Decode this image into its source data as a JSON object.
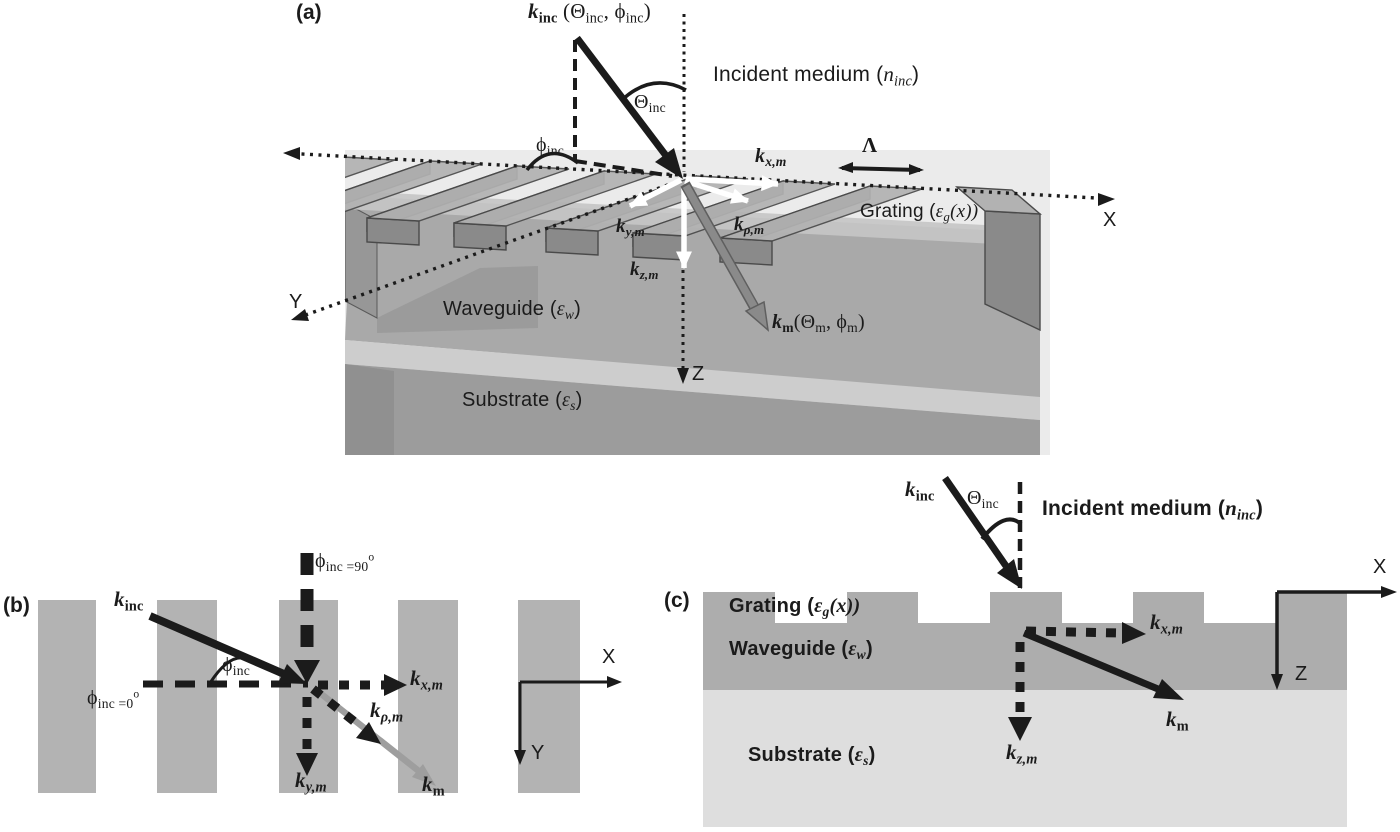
{
  "colors": {
    "backdrop": "#ebebeb",
    "bar_top": "#b2b2b2",
    "bar_flank": "#7d7d7d",
    "bar_front": "#8a8a8a",
    "wg_base": "#a9a9a9",
    "wg_top_strip": "#c5c5c5",
    "wg_shadow": "#8d8d8d",
    "wg_left": "#979797",
    "sub_band": "#cdcdcd",
    "sub_front": "#9c9c9c",
    "sub_left": "#8e8e8e",
    "b_bar": "#b3b3b3",
    "c_slab": "#adadad",
    "c_substrate": "#dedede",
    "arrow_white": "#ffffff",
    "arrow_gray": "#9e9e9e",
    "ink": "#1b1b1b"
  },
  "panel_a": {
    "tag": "(a)",
    "k_inc_full": [
      {
        "t": "k",
        "s": "bi"
      },
      {
        "t": "inc",
        "s": "bsub"
      },
      {
        "t": " (Θ",
        "s": ""
      },
      {
        "t": "inc",
        "s": "sub"
      },
      {
        "t": ", ϕ",
        "s": ""
      },
      {
        "t": "inc",
        "s": "sub"
      },
      {
        "t": ")",
        "s": ""
      }
    ],
    "incident_medium": [
      {
        "t": "Incident medium (",
        "s": "sans"
      },
      {
        "t": "n",
        "s": "i"
      },
      {
        "t": "inc",
        "s": "isub"
      },
      {
        "t": ")",
        "s": "sans"
      }
    ],
    "theta_inc": [
      {
        "t": "Θ",
        "s": ""
      },
      {
        "t": "inc",
        "s": "sub"
      }
    ],
    "phi_inc": [
      {
        "t": "ϕ",
        "s": ""
      },
      {
        "t": "inc",
        "s": "sub"
      }
    ],
    "k_xm": [
      {
        "t": "k",
        "s": "bi"
      },
      {
        "t": "x,m",
        "s": "bisub"
      }
    ],
    "lambda": [
      {
        "t": "Λ",
        "s": "b"
      }
    ],
    "grating": [
      {
        "t": "Grating (",
        "s": "sans"
      },
      {
        "t": "ε",
        "s": "i"
      },
      {
        "t": "g",
        "s": "isub"
      },
      {
        "t": "(x))",
        "s": "i"
      }
    ],
    "k_ym": [
      {
        "t": "k",
        "s": "bi"
      },
      {
        "t": "y,m",
        "s": "bisub"
      }
    ],
    "k_rhom": [
      {
        "t": "k",
        "s": "bi"
      },
      {
        "t": "ρ,m",
        "s": "bisub"
      }
    ],
    "k_zm": [
      {
        "t": "k",
        "s": "bi"
      },
      {
        "t": "z,m",
        "s": "bisub"
      }
    ],
    "k_m_full": [
      {
        "t": "k",
        "s": "bi"
      },
      {
        "t": "m",
        "s": "bsub"
      },
      {
        "t": "(Θ",
        "s": ""
      },
      {
        "t": "m",
        "s": "sub"
      },
      {
        "t": ", ϕ",
        "s": ""
      },
      {
        "t": "m",
        "s": "sub"
      },
      {
        "t": ")",
        "s": ""
      }
    ],
    "waveguide": [
      {
        "t": "Waveguide (",
        "s": "sans"
      },
      {
        "t": "ε",
        "s": "i"
      },
      {
        "t": "w",
        "s": "isub"
      },
      {
        "t": ")",
        "s": "sans"
      }
    ],
    "substrate": [
      {
        "t": "Substrate (",
        "s": "sans"
      },
      {
        "t": "ε",
        "s": "i"
      },
      {
        "t": "s",
        "s": "isub"
      },
      {
        "t": ")",
        "s": "sans"
      }
    ],
    "axis_x": "X",
    "axis_y": "Y",
    "axis_z": "Z"
  },
  "panel_b": {
    "tag": "(b)",
    "k_inc": [
      {
        "t": "k",
        "s": "bi"
      },
      {
        "t": "inc",
        "s": "bsub"
      }
    ],
    "phi_inc": [
      {
        "t": "ϕ",
        "s": ""
      },
      {
        "t": "inc",
        "s": "sub"
      }
    ],
    "phi_inc_0": [
      {
        "t": "ϕ",
        "s": ""
      },
      {
        "t": "inc =0",
        "s": "sub"
      },
      {
        "t": "o",
        "s": "sup"
      }
    ],
    "phi_inc_90": [
      {
        "t": "ϕ",
        "s": ""
      },
      {
        "t": "inc =90",
        "s": "sub"
      },
      {
        "t": "o",
        "s": "sup"
      }
    ],
    "k_xm": [
      {
        "t": "k",
        "s": "bi"
      },
      {
        "t": "x,m",
        "s": "bisub"
      }
    ],
    "k_rhom": [
      {
        "t": "k",
        "s": "bi"
      },
      {
        "t": "ρ,m",
        "s": "bisub"
      }
    ],
    "k_ym": [
      {
        "t": "k",
        "s": "bi"
      },
      {
        "t": "y,m",
        "s": "bisub"
      }
    ],
    "k_m": [
      {
        "t": "k",
        "s": "bi"
      },
      {
        "t": "m",
        "s": "bsub"
      }
    ],
    "axis_x": "X",
    "axis_y": "Y"
  },
  "panel_c": {
    "tag": "(c)",
    "k_inc": [
      {
        "t": "k",
        "s": "bi"
      },
      {
        "t": "inc",
        "s": "bsub"
      }
    ],
    "theta_inc": [
      {
        "t": "Θ",
        "s": ""
      },
      {
        "t": "inc",
        "s": "sub"
      }
    ],
    "incident_medium": [
      {
        "t": "Incident medium (",
        "s": "bsans"
      },
      {
        "t": "n",
        "s": "bi"
      },
      {
        "t": "inc",
        "s": "bisub"
      },
      {
        "t": ")",
        "s": "bsans"
      }
    ],
    "grating": [
      {
        "t": "Grating (",
        "s": "bsans"
      },
      {
        "t": "ε",
        "s": "bi"
      },
      {
        "t": "g",
        "s": "bisub"
      },
      {
        "t": "(x))",
        "s": "bi"
      }
    ],
    "waveguide": [
      {
        "t": "Waveguide (",
        "s": "bsans"
      },
      {
        "t": "ε",
        "s": "bi"
      },
      {
        "t": "w",
        "s": "bisub"
      },
      {
        "t": ")",
        "s": "bsans"
      }
    ],
    "substrate": [
      {
        "t": "Substrate (",
        "s": "bsans"
      },
      {
        "t": "ε",
        "s": "bi"
      },
      {
        "t": "s",
        "s": "bisub"
      },
      {
        "t": ")",
        "s": "bsans"
      }
    ],
    "k_xm": [
      {
        "t": "k",
        "s": "bi"
      },
      {
        "t": "x,m",
        "s": "bisub"
      }
    ],
    "k_m": [
      {
        "t": "k",
        "s": "bi"
      },
      {
        "t": "m",
        "s": "bsub"
      }
    ],
    "k_zm": [
      {
        "t": "k",
        "s": "bi"
      },
      {
        "t": "z,m",
        "s": "bisub"
      }
    ],
    "axis_x": "X",
    "axis_z": "Z"
  }
}
